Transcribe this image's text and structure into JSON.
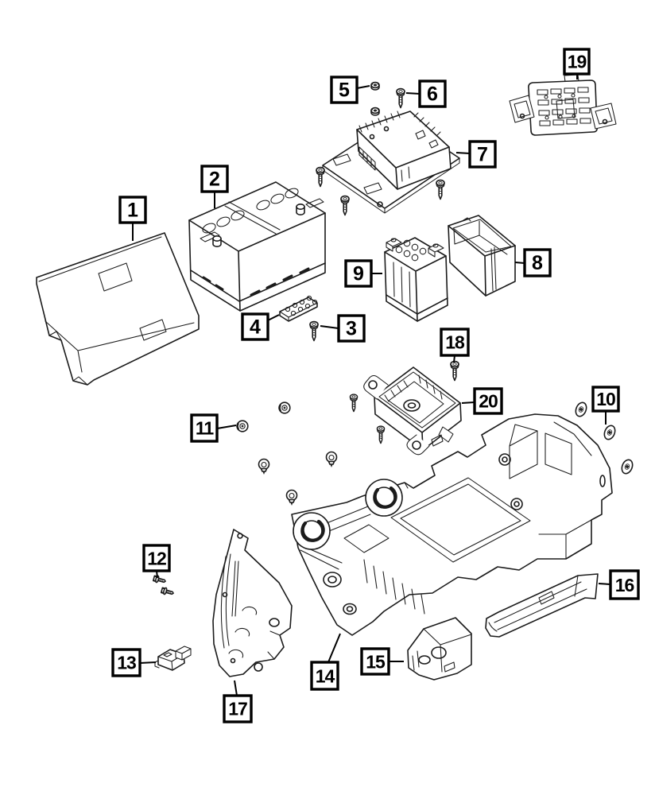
{
  "page": {
    "background_color": "#ffffff",
    "artwork_color": "#1b1b1b",
    "callout_border_color": "#000000"
  },
  "diagram": {
    "type": "exploded-parts-diagram",
    "callouts": [
      {
        "label": "1"
      },
      {
        "label": "2"
      },
      {
        "label": "3"
      },
      {
        "label": "4"
      },
      {
        "label": "5"
      },
      {
        "label": "6"
      },
      {
        "label": "7"
      },
      {
        "label": "8"
      },
      {
        "label": "9"
      },
      {
        "label": "10"
      },
      {
        "label": "11"
      },
      {
        "label": "12"
      },
      {
        "label": "13"
      },
      {
        "label": "14"
      },
      {
        "label": "15"
      },
      {
        "label": "16"
      },
      {
        "label": "17"
      },
      {
        "label": "18"
      },
      {
        "label": "19"
      },
      {
        "label": "20"
      }
    ]
  }
}
